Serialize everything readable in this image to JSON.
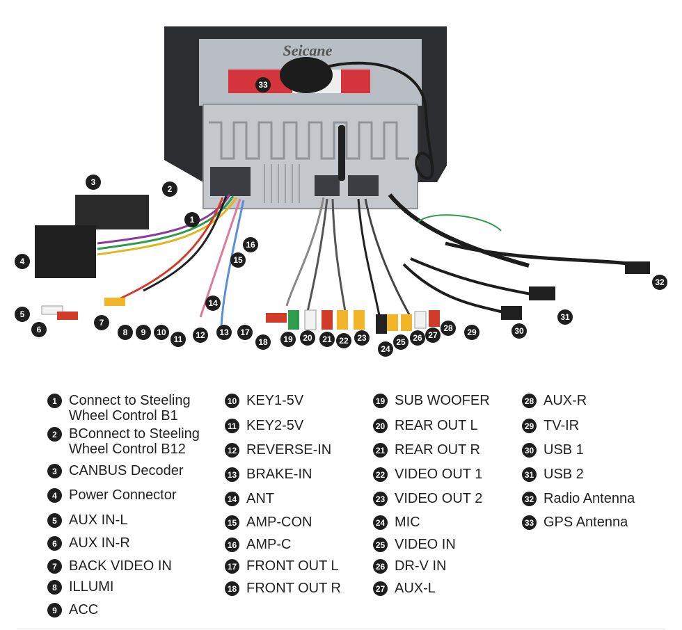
{
  "brand": "Seicane",
  "legend": [
    {
      "n": "1",
      "label": "Connect to Steeling Wheel Control B1"
    },
    {
      "n": "2",
      "label": "BConnect to Steeling Wheel Control B12"
    },
    {
      "n": "3",
      "label": "CANBUS Decoder"
    },
    {
      "n": "4",
      "label": "Power Connector"
    },
    {
      "n": "5",
      "label": "AUX IN-L"
    },
    {
      "n": "6",
      "label": "AUX IN-R"
    },
    {
      "n": "7",
      "label": "BACK VIDEO IN"
    },
    {
      "n": "8",
      "label": "ILLUMI"
    },
    {
      "n": "9",
      "label": "ACC"
    },
    {
      "n": "10",
      "label": "KEY1-5V"
    },
    {
      "n": "11",
      "label": "KEY2-5V"
    },
    {
      "n": "12",
      "label": "REVERSE-IN"
    },
    {
      "n": "13",
      "label": "BRAKE-IN"
    },
    {
      "n": "14",
      "label": "ANT"
    },
    {
      "n": "15",
      "label": "AMP-CON"
    },
    {
      "n": "16",
      "label": "AMP-C"
    },
    {
      "n": "17",
      "label": "FRONT OUT L"
    },
    {
      "n": "18",
      "label": "FRONT OUT R"
    },
    {
      "n": "19",
      "label": "SUB WOOFER"
    },
    {
      "n": "20",
      "label": "REAR OUT L"
    },
    {
      "n": "21",
      "label": "REAR OUT R"
    },
    {
      "n": "22",
      "label": "VIDEO OUT 1"
    },
    {
      "n": "23",
      "label": "VIDEO OUT 2"
    },
    {
      "n": "24",
      "label": "MIC"
    },
    {
      "n": "25",
      "label": "VIDEO IN"
    },
    {
      "n": "26",
      "label": "DR-V IN"
    },
    {
      "n": "27",
      "label": "AUX-L"
    },
    {
      "n": "28",
      "label": "AUX-R"
    },
    {
      "n": "29",
      "label": "TV-IR"
    },
    {
      "n": "30",
      "label": "USB 1"
    },
    {
      "n": "31",
      "label": "USB 2"
    },
    {
      "n": "32",
      "label": "Radio Antenna"
    },
    {
      "n": "33",
      "label": "GPS Antenna"
    }
  ]
}
